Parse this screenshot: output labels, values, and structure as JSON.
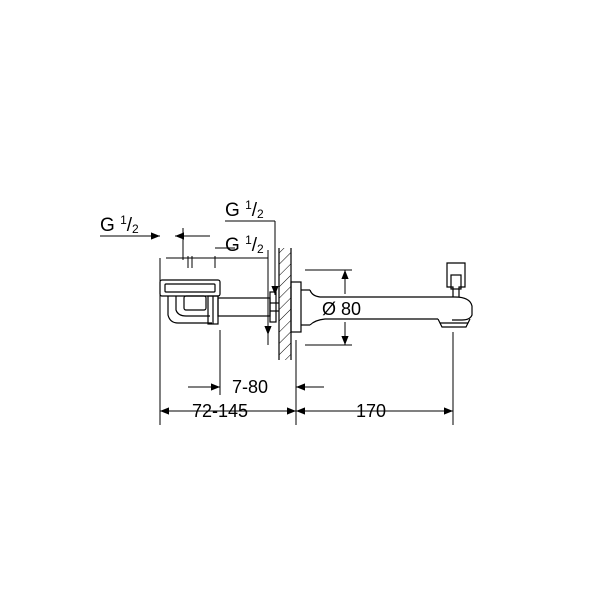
{
  "thread_labels": [
    {
      "prefix": "G ",
      "num": "1",
      "slash": "/",
      "den": "2"
    },
    {
      "prefix": "G ",
      "num": "1",
      "slash": "/",
      "den": "2"
    },
    {
      "prefix": "G ",
      "num": "1",
      "slash": "/",
      "den": "2"
    }
  ],
  "dimensions": {
    "diameter": "Ø 80",
    "wall_range": "7-80",
    "body_range": "72-145",
    "spout_length": "170"
  },
  "colors": {
    "line": "#000000",
    "background": "#ffffff",
    "hatch": "#000000"
  }
}
